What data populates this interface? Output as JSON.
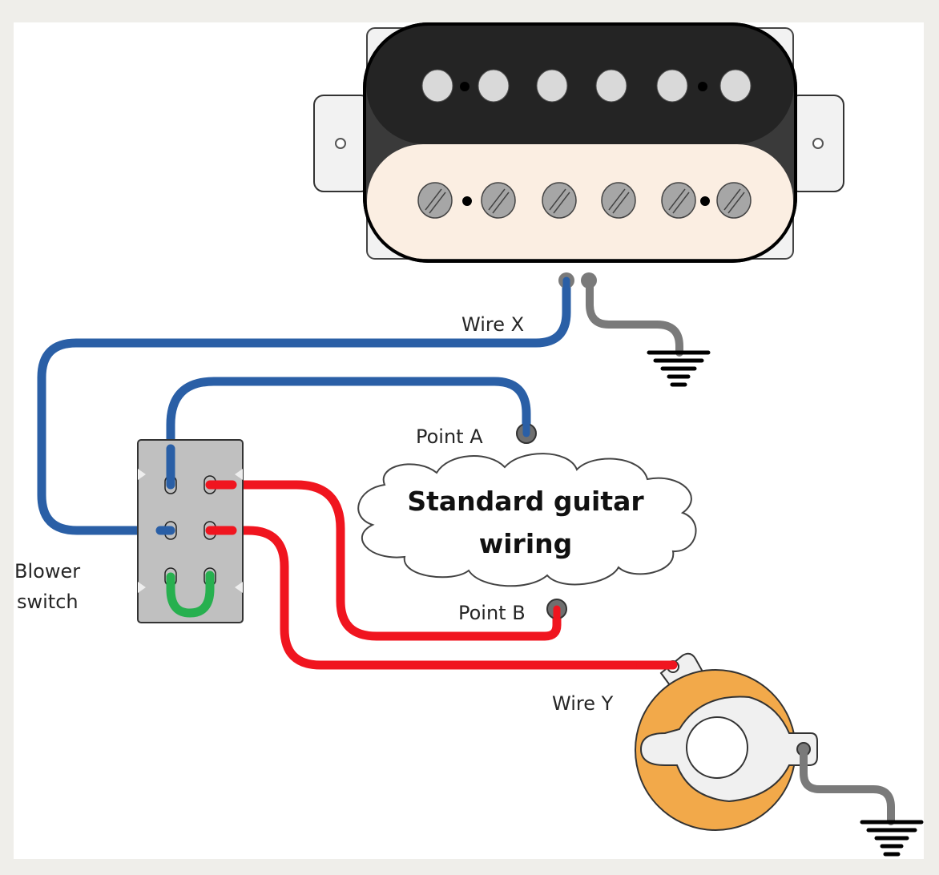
{
  "diagram": {
    "title": "Humbucker with blower switch wiring",
    "labels": {
      "wire_x": "Wire X",
      "wire_y": "Wire Y",
      "point_a": "Point A",
      "point_b": "Point B",
      "blower_line1": "Blower",
      "blower_line2": "switch",
      "cloud_line1": "Standard guitar",
      "cloud_line2": "wiring"
    },
    "components": {
      "pickup": "humbucker-pickup",
      "switch": "blower-switch (DPDT)",
      "jack": "output-jack",
      "grounds": [
        "pickup-ground",
        "jack-ground"
      ]
    },
    "colors": {
      "background": "#efeeea",
      "panel": "#ffffff",
      "blue_wire": "#2a5fa6",
      "red_wire": "#f0151f",
      "green_jumper": "#27b04f",
      "ground_wire": "#7a7a7a",
      "pickup_black": "#242424",
      "pickup_cream": "#fbeee2",
      "pole_piece": "#d9d9d9",
      "screw": "#a6a6a6",
      "switch_body": "#c0c0c0",
      "jack_ring": "#f2a94a"
    }
  }
}
